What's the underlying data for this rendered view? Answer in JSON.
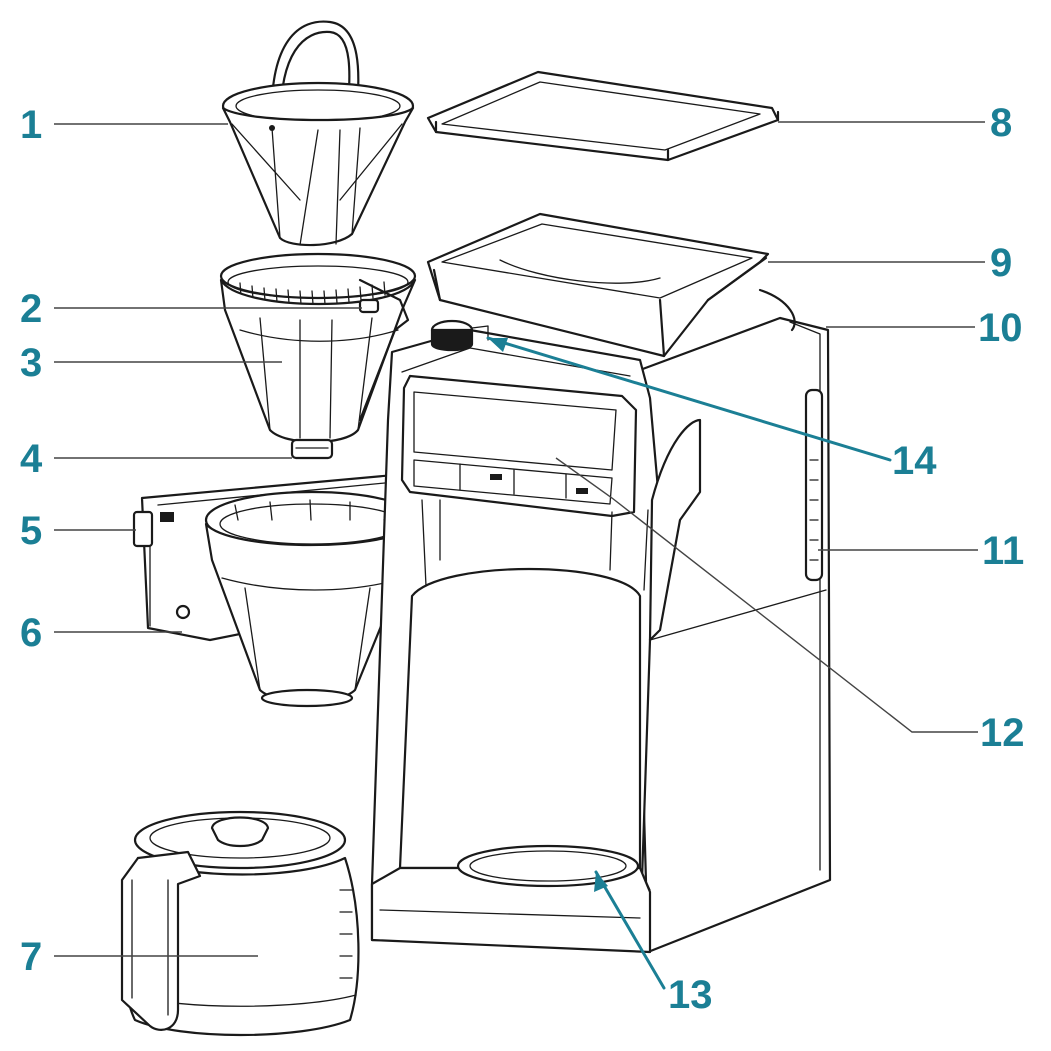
{
  "diagram": {
    "label_color": "#1b7f95",
    "line_color": "#1a1a1a",
    "callouts": [
      {
        "id": "1",
        "text": "1"
      },
      {
        "id": "2",
        "text": "2"
      },
      {
        "id": "3",
        "text": "3"
      },
      {
        "id": "4",
        "text": "4"
      },
      {
        "id": "5",
        "text": "5"
      },
      {
        "id": "6",
        "text": "6"
      },
      {
        "id": "7",
        "text": "7"
      },
      {
        "id": "8",
        "text": "8"
      },
      {
        "id": "9",
        "text": "9"
      },
      {
        "id": "10",
        "text": "10"
      },
      {
        "id": "11",
        "text": "11"
      },
      {
        "id": "12",
        "text": "12"
      },
      {
        "id": "13",
        "text": "13"
      },
      {
        "id": "14",
        "text": "14"
      }
    ]
  }
}
